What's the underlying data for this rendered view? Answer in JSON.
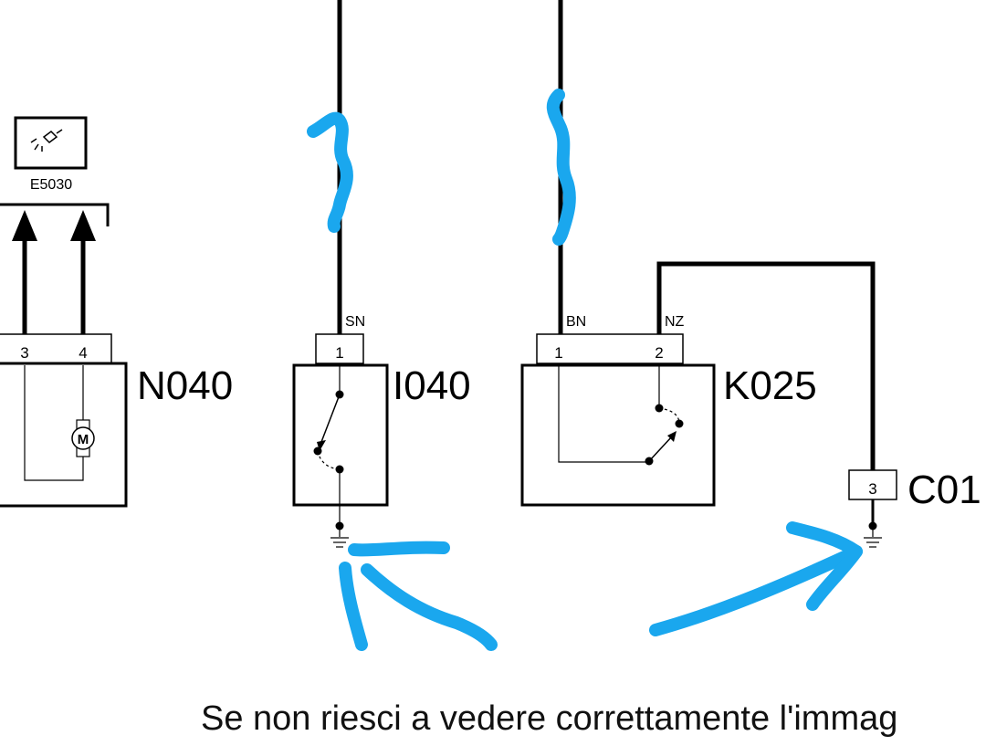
{
  "diagram": {
    "components": {
      "left_lamp": {
        "code": "E5030"
      },
      "motor": {
        "code": "N040",
        "pin_a": "3",
        "pin_b": "4",
        "symbol": "M"
      },
      "switch_a": {
        "code": "I040",
        "pin": "1",
        "wire": "SN"
      },
      "relay": {
        "code": "K025",
        "pin_a": "1",
        "pin_b": "2",
        "wire_a": "BN",
        "wire_b": "NZ"
      },
      "connector": {
        "code": "C01",
        "pin": "3"
      }
    },
    "annotation_color": "#1aa7ee",
    "line_color": "#000000"
  },
  "caption": {
    "text": "Se non riesci a vedere correttamente l'immag"
  }
}
